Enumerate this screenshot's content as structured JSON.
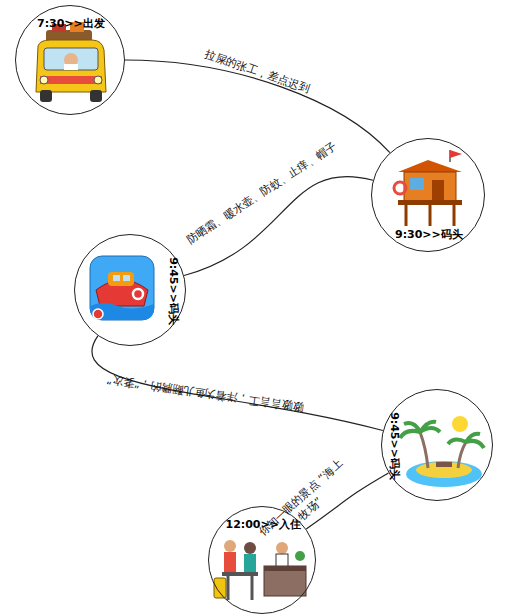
{
  "diagram": {
    "nodes": [
      {
        "text": [
          "7:30>>出发"
        ]
      },
      {
        "text": [
          "9:30>>码头"
        ]
      },
      {
        "text": [
          "9:45>>码头"
        ]
      },
      {
        "text": [
          "9:45>>码头"
        ]
      },
      {
        "text": [
          "12:00>>入住"
        ]
      }
    ],
    "edges": [
      {
        "from": 0,
        "to": 1,
        "arrow": "none",
        "label": "拉屎的张工，差点迟到"
      },
      {
        "from": 1,
        "to": 2,
        "arrow": "none",
        "label": "防晒霜、暖水壶、防蚊、止痒、帽子"
      },
      {
        "from": 2,
        "to": 3,
        "arrow": "none",
        "label": "嗷嗷言言工，洋着为鱼儿翻腾的，“妻次”"
      },
      {
        "from": 3,
        "to": 4,
        "arrow": "none",
        "label": "你知一眼的景点 “海上牧场”"
      }
    ]
  }
}
